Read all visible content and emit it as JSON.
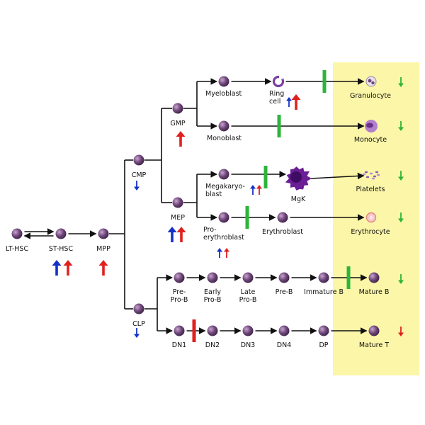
{
  "colors": {
    "highlight": "#fcf6a8",
    "cell_fill": "#6e4679",
    "cell_shine": "#c9a6cf",
    "blue": "#1430c8",
    "red": "#e02020",
    "green": "#2db43a",
    "line": "#111111"
  },
  "cells": [
    {
      "id": "lt_hsc",
      "label": "LT-HSC"
    },
    {
      "id": "st_hsc",
      "label": "ST-HSC"
    },
    {
      "id": "mpp",
      "label": "MPP"
    },
    {
      "id": "cmp",
      "label": "CMP"
    },
    {
      "id": "clp",
      "label": "CLP"
    },
    {
      "id": "gmp",
      "label": "GMP"
    },
    {
      "id": "mep",
      "label": "MEP"
    },
    {
      "id": "myeloblast",
      "label": "Myeloblast"
    },
    {
      "id": "monoblast",
      "label": "Monoblast"
    },
    {
      "id": "ring_cell",
      "label": "Ring",
      "label2": "cell"
    },
    {
      "id": "megakaryoblast",
      "label": "Megakaryo-",
      "label2": "blast"
    },
    {
      "id": "mgk",
      "label": "MgK"
    },
    {
      "id": "proerythroblast",
      "label": "Pro-",
      "label2": "erythroblast"
    },
    {
      "id": "erythroblast",
      "label": "Erythroblast"
    },
    {
      "id": "granulocyte",
      "label": "Granulocyte"
    },
    {
      "id": "monocyte",
      "label": "Monocyte"
    },
    {
      "id": "platelets",
      "label": "Platelets"
    },
    {
      "id": "erythrocyte",
      "label": "Erythrocyte"
    },
    {
      "id": "pre_pro_b",
      "label": "Pre-",
      "label2": "Pro-B"
    },
    {
      "id": "early_pro_b",
      "label": "Early",
      "label2": "Pro-B"
    },
    {
      "id": "late_pro_b",
      "label": "Late",
      "label2": "Pro-B"
    },
    {
      "id": "pre_b",
      "label": "Pre-B"
    },
    {
      "id": "immature_b",
      "label": "Immature B"
    },
    {
      "id": "mature_b",
      "label": "Mature B"
    },
    {
      "id": "dn1",
      "label": "DN1"
    },
    {
      "id": "dn2",
      "label": "DN2"
    },
    {
      "id": "dn3",
      "label": "DN3"
    },
    {
      "id": "dn4",
      "label": "DN4"
    },
    {
      "id": "dp",
      "label": "DP"
    },
    {
      "id": "mature_t",
      "label": "Mature T"
    }
  ],
  "edges": [
    [
      "lt_hsc",
      "st_hsc"
    ],
    [
      "st_hsc",
      "lt_hsc"
    ],
    [
      "st_hsc",
      "mpp"
    ],
    [
      "myeloblast",
      "ring_cell"
    ],
    [
      "ring_cell",
      "granulocyte"
    ],
    [
      "monoblast",
      "monocyte"
    ],
    [
      "megakaryoblast",
      "mgk"
    ],
    [
      "mgk",
      "platelets"
    ],
    [
      "proerythroblast",
      "erythroblast"
    ],
    [
      "erythroblast",
      "erythrocyte"
    ],
    [
      "pre_pro_b",
      "early_pro_b"
    ],
    [
      "early_pro_b",
      "late_pro_b"
    ],
    [
      "late_pro_b",
      "pre_b"
    ],
    [
      "pre_b",
      "immature_b"
    ],
    [
      "immature_b",
      "mature_b"
    ],
    [
      "dn1",
      "dn2"
    ],
    [
      "dn2",
      "dn3"
    ],
    [
      "dn3",
      "dn4"
    ],
    [
      "dn4",
      "dp"
    ],
    [
      "dp",
      "mature_t"
    ]
  ],
  "arrows": [
    {
      "near": "st_hsc",
      "color": "blue",
      "direction": "up"
    },
    {
      "near": "st_hsc",
      "color": "red",
      "direction": "up"
    },
    {
      "near": "mpp",
      "color": "red",
      "direction": "up"
    },
    {
      "near": "cmp",
      "color": "blue",
      "direction": "down"
    },
    {
      "near": "clp",
      "color": "blue",
      "direction": "down"
    },
    {
      "near": "gmp",
      "color": "red",
      "direction": "up"
    },
    {
      "near": "mep",
      "color": "blue",
      "direction": "up"
    },
    {
      "near": "mep",
      "color": "red",
      "direction": "up"
    },
    {
      "near": "ring_cell",
      "color": "blue",
      "direction": "up"
    },
    {
      "near": "ring_cell",
      "color": "red",
      "direction": "up"
    },
    {
      "near": "megakaryoblast",
      "color": "blue",
      "direction": "up"
    },
    {
      "near": "megakaryoblast",
      "color": "red",
      "direction": "up"
    },
    {
      "near": "proerythroblast",
      "color": "blue",
      "direction": "up"
    },
    {
      "near": "proerythroblast",
      "color": "red",
      "direction": "up"
    },
    {
      "near": "granulocyte",
      "color": "green",
      "direction": "down"
    },
    {
      "near": "monocyte",
      "color": "green",
      "direction": "down"
    },
    {
      "near": "platelets",
      "color": "green",
      "direction": "down"
    },
    {
      "near": "erythrocyte",
      "color": "green",
      "direction": "down"
    },
    {
      "near": "mature_b",
      "color": "green",
      "direction": "down"
    },
    {
      "near": "mature_t",
      "color": "red",
      "direction": "down"
    }
  ],
  "blocks": [
    {
      "edge": [
        "ring_cell",
        "granulocyte"
      ],
      "color": "green"
    },
    {
      "edge": [
        "monoblast",
        "monocyte"
      ],
      "color": "green"
    },
    {
      "edge": [
        "megakaryoblast",
        "mgk"
      ],
      "color": "green"
    },
    {
      "edge": [
        "proerythroblast",
        "erythroblast"
      ],
      "color": "green"
    },
    {
      "edge": [
        "immature_b",
        "mature_b"
      ],
      "color": "green"
    },
    {
      "edge": [
        "dn1",
        "dn2"
      ],
      "color": "red"
    }
  ]
}
